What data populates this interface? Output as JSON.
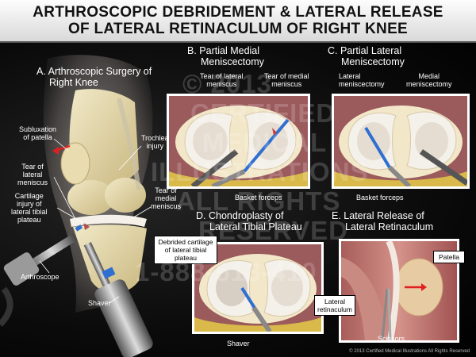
{
  "title": {
    "line1": "ARTHROSCOPIC DEBRIDEMENT & LATERAL RELEASE",
    "line2": "OF LATERAL RETINACULUM OF RIGHT KNEE"
  },
  "panel_a": {
    "heading_letter": "A.",
    "heading_line1": "Arthroscopic Surgery of",
    "heading_line2": "Right Knee",
    "labels": {
      "subluxation": [
        "Subluxation",
        "of patella"
      ],
      "trochlea": [
        "Trochlea",
        "injury"
      ],
      "tear_lateral": [
        "Tear of",
        "lateral",
        "meniscus"
      ],
      "cartilage": [
        "Cartilage",
        "injury of",
        "lateral tibial",
        "plateau"
      ],
      "tear_medial": [
        "Tear of",
        "medial",
        "meniscus"
      ],
      "arthroscope": "Arthroscope",
      "shaver": "Shaver"
    }
  },
  "panel_b": {
    "heading_letter": "B.",
    "heading_line1": "Partial Medial",
    "heading_line2": "Meniscectomy",
    "labels": {
      "tear_lateral": [
        "Tear of lateral",
        "meniscus"
      ],
      "tear_medial": [
        "Tear of medial",
        "meniscus"
      ],
      "basket": "Basket forceps"
    }
  },
  "panel_c": {
    "heading_letter": "C.",
    "heading_line1": "Partial Lateral",
    "heading_line2": "Meniscectomy",
    "labels": {
      "lateral": [
        "Lateral",
        "meniscectomy"
      ],
      "medial": [
        "Medial",
        "meniscectomy"
      ],
      "basket": "Basket forceps"
    }
  },
  "panel_d": {
    "heading_letter": "D.",
    "heading_line1": "Chondroplasty of",
    "heading_line2": "Lateral Tibial Plateau",
    "labels": {
      "debrided": [
        "Debrided cartilage",
        "of lateral tibial",
        "plateau"
      ],
      "shaver": "Shaver"
    }
  },
  "panel_e": {
    "heading_letter": "E.",
    "heading_line1": "Lateral Release of",
    "heading_line2": "Lateral Retinaculum",
    "labels": {
      "patella": "Patella",
      "retinaculum": [
        "Lateral",
        "retinaculum"
      ],
      "scissors": "Scissors"
    }
  },
  "watermark": {
    "lines": [
      "© 2013",
      "CERTIFIED",
      "MEDICAL",
      "ILLUSTRATIONS",
      "ALL RIGHTS",
      "RESERVED",
      "1-888-513-410"
    ]
  },
  "copyright": "© 2013 Certified Medical Illustrations All Rights Reserved",
  "colors": {
    "title_bg": "#e8e8e8",
    "background": "#000000",
    "panel_border": "#ffffff",
    "tissue": "#b36a6a",
    "cartilage": "#e8e4e0",
    "tool_blue": "#2f6fd0",
    "arrow_red": "#e02020"
  }
}
